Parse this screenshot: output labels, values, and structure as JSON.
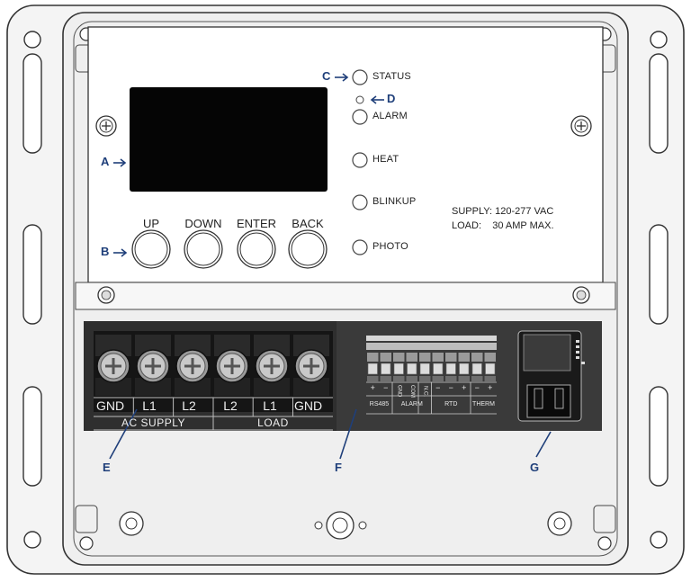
{
  "callouts": {
    "a": "A",
    "b": "B",
    "c": "C",
    "d": "D",
    "e": "E",
    "f": "F",
    "g": "G"
  },
  "leds": {
    "status": "STATUS",
    "alarm": "ALARM",
    "heat": "HEAT",
    "blinkup": "BLINKUP",
    "photo": "PHOTO"
  },
  "buttons": {
    "up": "UP",
    "down": "DOWN",
    "enter": "ENTER",
    "back": "BACK"
  },
  "specs": {
    "supply": "SUPPLY: 120-277 VAC",
    "load": "LOAD:    30 AMP MAX."
  },
  "terminals": {
    "gnd1": "GND",
    "l1a": "L1",
    "l2a": "L2",
    "l2b": "L2",
    "l1b": "L1",
    "gnd2": "GND",
    "ac_supply": "AC SUPPLY",
    "load": "LOAD"
  },
  "signal_block": {
    "pins": [
      "+",
      "−",
      "GND",
      "COM",
      "N.C.",
      "−",
      "−",
      "+",
      "−",
      "+"
    ],
    "groups": [
      "RS485",
      "ALARM",
      "RTD",
      "THERM"
    ]
  },
  "colors": {
    "callout": "#1f3f7a",
    "panel": "#ffffff",
    "terminal_bg": "#2d2d2d",
    "enclosure": "#f2f2f2"
  }
}
